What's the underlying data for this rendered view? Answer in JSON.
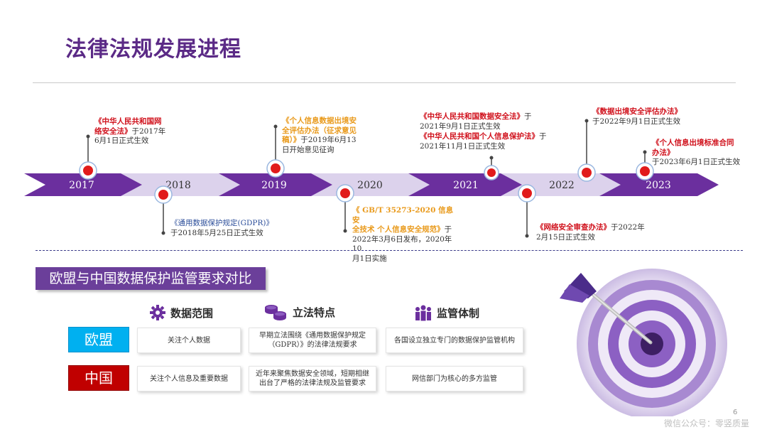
{
  "title": "法律法规发展进程",
  "timeline": {
    "years": [
      "2017",
      "2018",
      "2019",
      "2020",
      "2021",
      "2022",
      "2023"
    ],
    "events": [
      {
        "law": "《中华人民共和国网络安全法》",
        "law_l1": "《中华人民共和国网",
        "law_l2": "络安全法》",
        "tail_l2": "于2017年",
        "tail_l3": "6月1日正式生效"
      },
      {
        "law": "《通用数据保护规定(GDPR)》",
        "tail_l1": "",
        "tail_l2": "于2018年5月25日正式生效"
      },
      {
        "law_l1": "《个人信息数据出境安",
        "law_l2": "全评估办法（征求意见",
        "law_l3": "稿）》",
        "tail_l3": "于2019年6月13",
        "tail_l4": "日开始意见征询"
      },
      {
        "law_l1": "《 GB/T 35273-2020 信息安",
        "law_l2": "全技术 个人信息安全规范》",
        "tail_l3": "于",
        "tail_l3b": "2022年3月6日发布，2020年10",
        "tail_l4": "月1日实施"
      },
      {
        "law": "《中华人民共和国数据安全法》",
        "tail_a": "于",
        "tail_b": "2021年9月1日正式生效"
      },
      {
        "law": "《中华人民共和国个人信息保护法》",
        "tail_a": "于",
        "tail_b": "2021年11月1日正式生效"
      },
      {
        "law": "《网络安全审查办法》",
        "tail_a": "于2022年",
        "tail_b": "2月15日正式生效"
      },
      {
        "law": "《数据出境安全评估办法》",
        "tail_b": "于2022年9月1日正式生效"
      },
      {
        "law_l1": "《个人信息出境标准合同",
        "law_l2": "办法》",
        "tail_b": "于2023年6月1日正式生效"
      }
    ]
  },
  "comparison": {
    "title": "欧盟与中国数据保护监管要求对比",
    "headers": [
      "数据范围",
      "立法特点",
      "监管体制"
    ],
    "rows": [
      {
        "region": "欧盟",
        "color": "#00b0f0",
        "cells": [
          "关注个人数据",
          "早期立法围绕《通用数据保护规定（GDPR）》的法律法规要求",
          "各国设立独立专门的数据保护监管机构"
        ],
        "c2_l1": "早期立法围绕《通用数据保护规定",
        "c2_l2": "（GDPR）》的法律法规要求"
      },
      {
        "region": "中国",
        "color": "#c00000",
        "cells": [
          "关注个人信息及重要数据",
          "近年来聚焦数据安全领域，短期相继出台了严格的法律法规及监管要求",
          "网信部门为核心的多方监管"
        ],
        "c2_l1": "近年来聚焦数据安全领域，短期相继",
        "c2_l2": "出台了严格的法律法规及监管要求"
      }
    ]
  },
  "page_number": "6",
  "watermark": "微信公众号：零竖质量",
  "colors": {
    "purple_dark": "#6b2f9e",
    "purple_light": "#dcd2ec",
    "accent_red": "#e11b1b",
    "title": "#5b2a86"
  }
}
